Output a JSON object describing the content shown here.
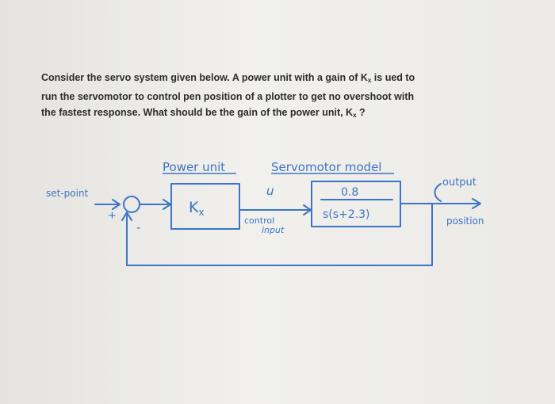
{
  "question": {
    "line1_pre": "Consider the servo system given below. A power unit with a gain of K",
    "line1_sub": "x",
    "line1_post": " is ued to",
    "line2": "run the servomotor to control pen position of a plotter to get no overshoot with",
    "line3_pre": "the fastest response. What should be the gain of the power unit, K",
    "line3_sub": "x",
    "line3_post": " ?"
  },
  "diagram": {
    "ink_color": "#3d74c7",
    "power_unit_label": "Power unit",
    "servomotor_label": "Servomotor model",
    "setpoint_label": "set-point",
    "plus_sign": "+",
    "minus_sign": "-",
    "gain_symbol": "K",
    "gain_subscript": "x",
    "u_label": "u",
    "control_label": "control",
    "input_label": "input",
    "tf_numerator": "0.8",
    "tf_denominator": "s(s+2.3)",
    "output_label": "output",
    "position_label": "position"
  }
}
